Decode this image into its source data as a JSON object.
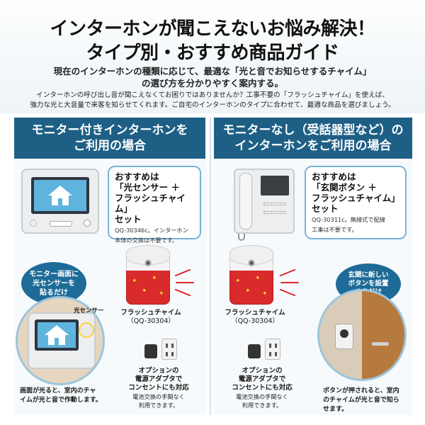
{
  "header": {
    "title_line1": "インターホンが聞こえないお悩み解決！",
    "title_line2": "タイプ別・おすすめ商品ガイド",
    "subtitle_line1": "現在のインターホンの種類に応じて、最適な「光と音でお知らせするチャイム」",
    "subtitle_line2": "の選び方を分かりやすく案内する。",
    "desc_line1": "インターホンの呼び出し音が聞こえなくてお困りではありませんか？工事不要の「フラッシュチャイム」を使えば、",
    "desc_line2": "強力な光と大音量で来客を知らせてくれます。ご自宅のインターホンのタイプに合わせて、最適な商品を選びましょう。"
  },
  "left": {
    "heading_line1": "モニター付きインターホンを",
    "heading_line2": "ご利用の場合",
    "rec_line1": "おすすめは",
    "rec_line2": "「光センサー ＋",
    "rec_line3": "フラッシュチャイム」",
    "rec_line4": "セット",
    "rec_note_line1": "QQ-30346c。インターホン",
    "rec_note_line2": "本体の交換は不要です。",
    "circle_line1": "モニター画面に",
    "circle_line2": "光センサーを",
    "circle_line3": "貼るだけ",
    "sensor_label": "光センサー",
    "chime_name": "フラッシュチャイム",
    "chime_model": "（QQ-30304）",
    "option_line1": "オプションの",
    "option_line2": "電源アダプタで",
    "option_line3": "コンセントにも対応",
    "option_note_line1": "電池交換の手間なく",
    "option_note_line2": "利用できます。",
    "caption_line1": "画面が光ると、室内のチャ",
    "caption_line2": "イムが光と音で作動します。"
  },
  "right": {
    "heading_line1": "モニターなし（受話器型など）の",
    "heading_line2": "インターホンをご利用の場合",
    "rec_line1": "おすすめは",
    "rec_line2": "「玄関ボタン ＋",
    "rec_line3": "フラッシュチャイム」",
    "rec_line4": "セット",
    "rec_note_line1": "QQ-30311c。無線式で配線",
    "rec_note_line2": "工事は不要です。",
    "circle_line1": "玄関に新しい",
    "circle_line2": "ボタンを設置",
    "circle_line3": "するだけ",
    "chime_name": "フラッシュチャイム",
    "chime_model": "（QQ-30304）",
    "option_line1": "オプションの",
    "option_line2": "電源アダプタで",
    "option_line3": "コンセントにも対応",
    "option_note_line1": "電池交換の手間なく",
    "option_note_line2": "利用できます。",
    "caption_line1": "ボタンが押されると、室内",
    "caption_line2": "のチャイムが光と音で知ら",
    "caption_line3": "せます。"
  },
  "colors": {
    "heading_bg": "#1e5f86",
    "chime_red": "#d92b2b",
    "accent_light_blue": "#5fb4de"
  },
  "icons": [
    "house-icon",
    "speaker-icon",
    "doorbell-button-icon",
    "power-adapter-icon",
    "outlet-icon",
    "handset-icon"
  ]
}
